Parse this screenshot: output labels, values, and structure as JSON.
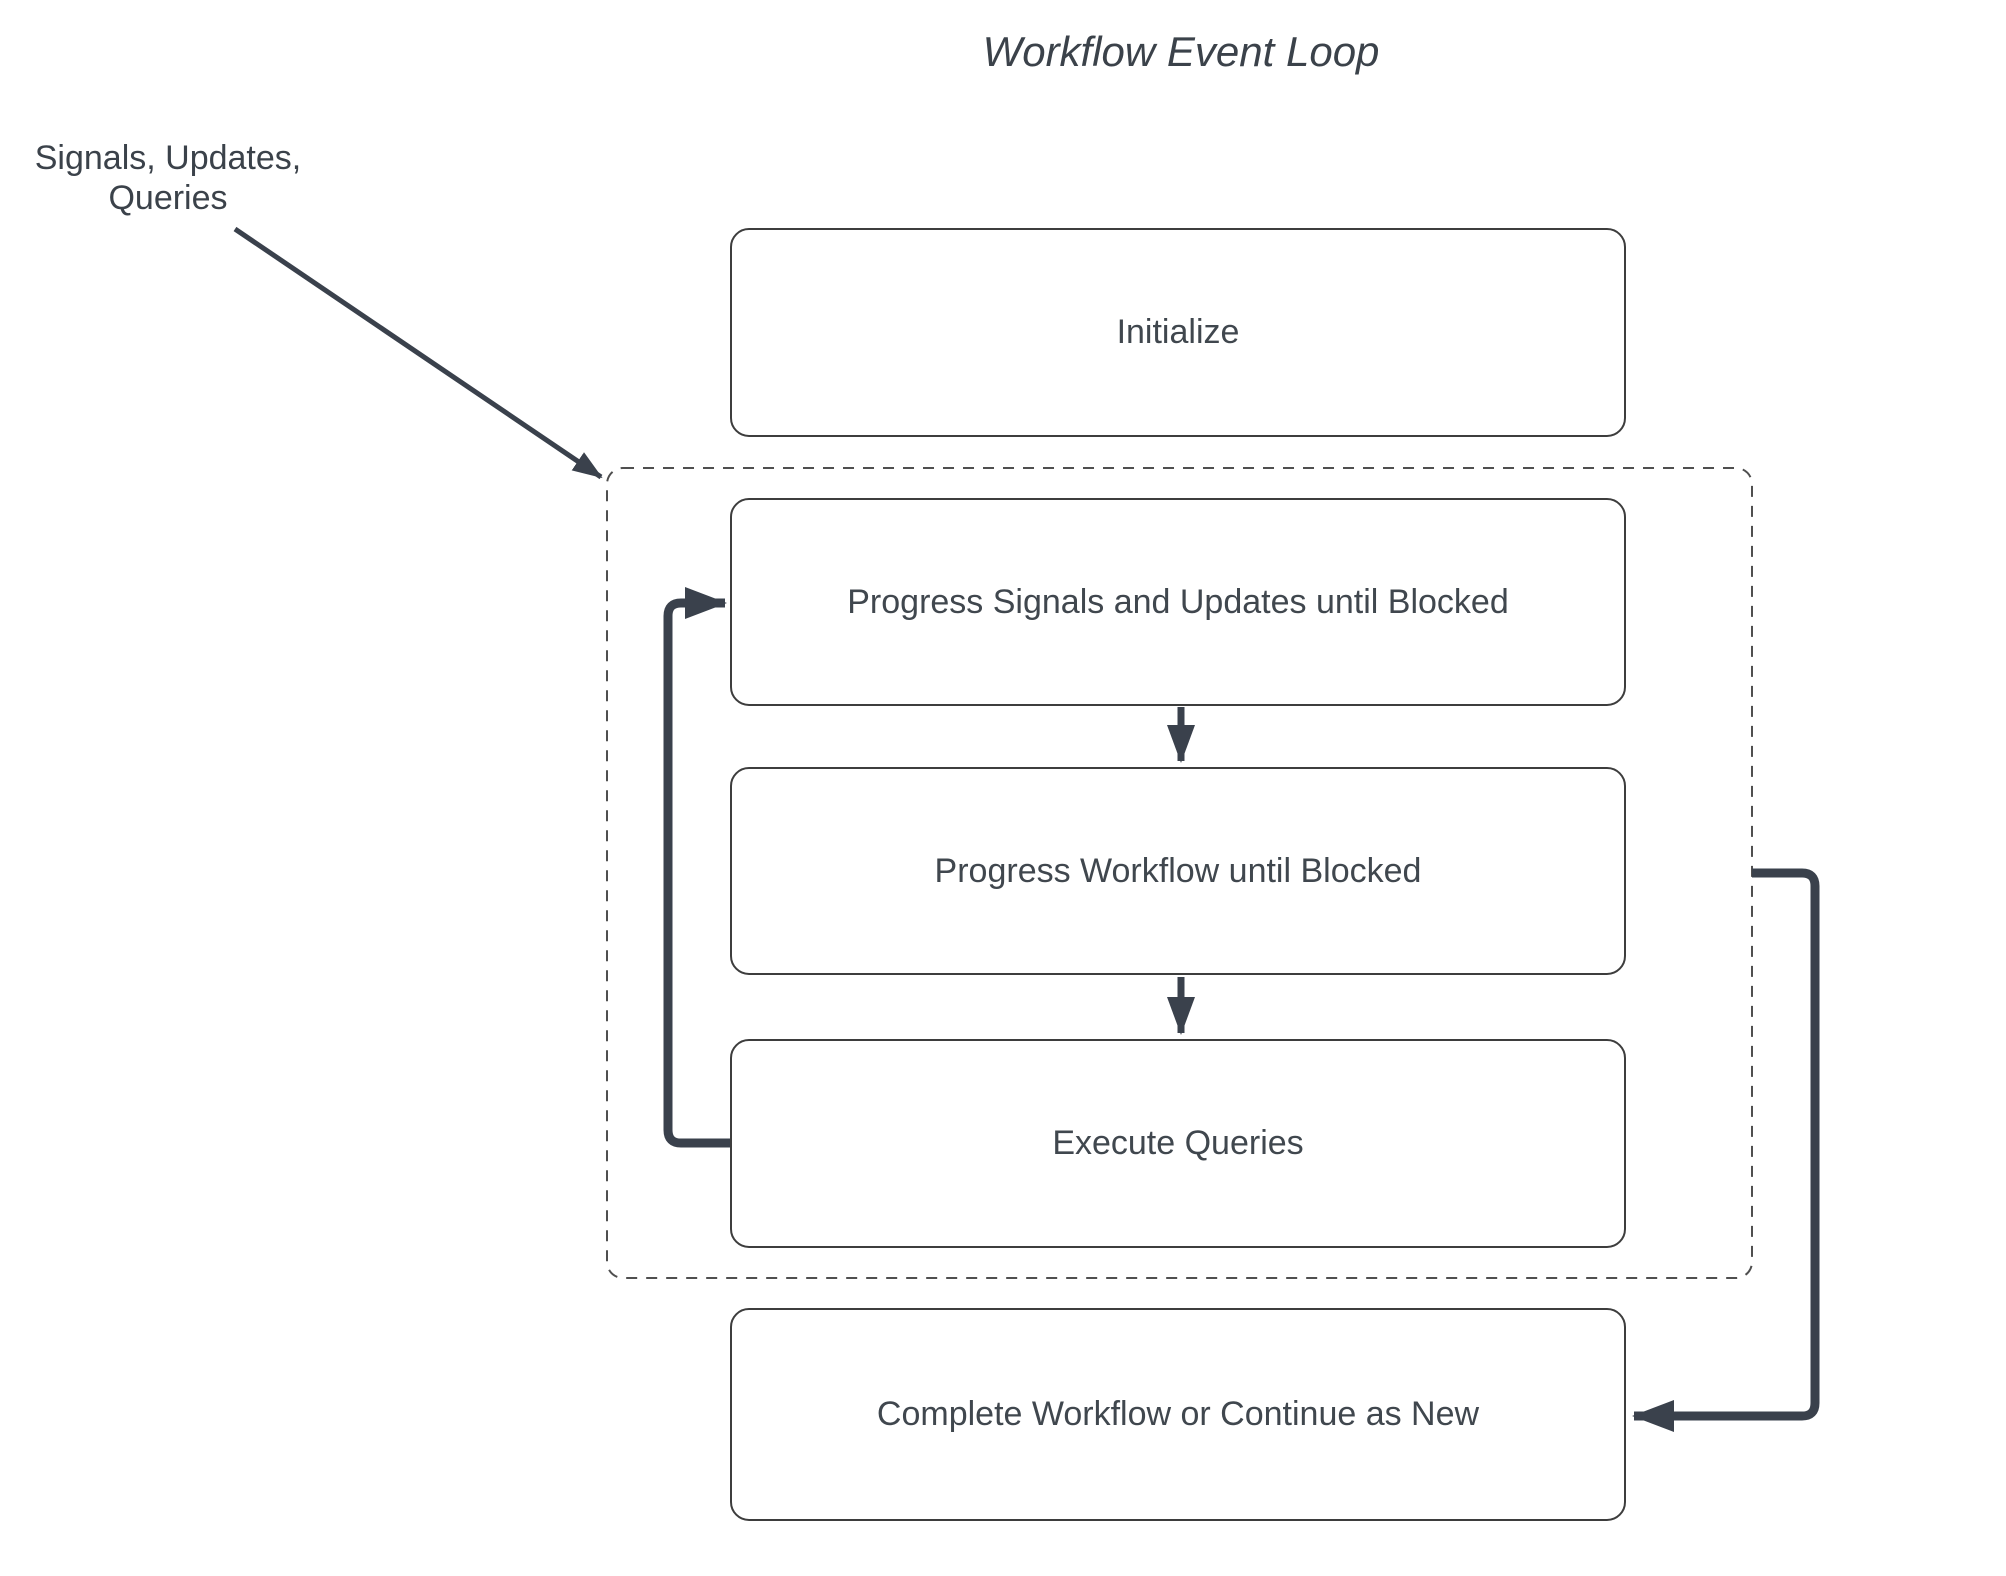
{
  "title": "Workflow Event Loop",
  "external_inputs": {
    "line1": "Signals, Updates,",
    "line2": "Queries"
  },
  "nodes": {
    "initialize": "Initialize",
    "progress_signals": "Progress Signals and Updates until Blocked",
    "progress_workflow": "Progress Workflow until Blocked",
    "execute_queries": "Execute Queries",
    "complete": "Complete Workflow or Continue as New"
  },
  "colors": {
    "background": "#FFFFFF",
    "arrow": "#3A414C",
    "node_border": "#3D3D3D",
    "dashed_container_border": "#4F4F4F",
    "text": "#40474E"
  }
}
